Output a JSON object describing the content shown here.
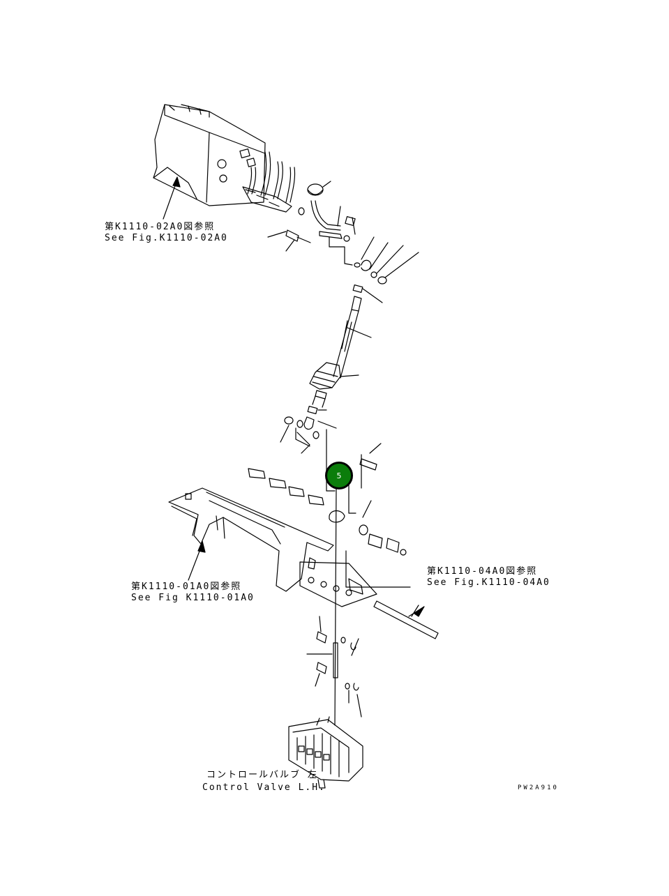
{
  "callouts": [
    {
      "jp": "第K1110-02A0図参照",
      "en": "See Fig.K1110-02A0"
    },
    {
      "jp": "第K1110-01A0図参照",
      "en": "See Fig K1110-01A0"
    },
    {
      "jp": "第K1110-04A0図参照",
      "en": "See Fig.K1110-04A0"
    }
  ],
  "control_valve": {
    "jp": "コントロールバルブ 左",
    "en": "Control Valve L.H."
  },
  "part_badge": {
    "number": "5",
    "color": "#0b7d0b"
  },
  "drawing_code": "PW2A910"
}
